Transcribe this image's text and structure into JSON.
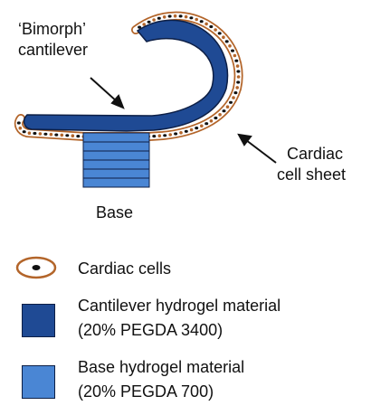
{
  "labels": {
    "bimorph_line1": "‘Bimorph’",
    "bimorph_line2": "cantilever",
    "cardiac_line1": "Cardiac",
    "cardiac_line2": "cell sheet",
    "base": "Base"
  },
  "legend": {
    "cells": "Cardiac cells",
    "cantilever_line1": "Cantilever hydrogel material",
    "cantilever_line2": "(20% PEGDA 3400)",
    "base_line1": "Base hydrogel material",
    "base_line2": "(20% PEGDA 700)"
  },
  "colors": {
    "cantilever": "#1f4a94",
    "base": "#4a86d4",
    "cell_border": "#b3652a",
    "outline": "#0d1f46"
  }
}
